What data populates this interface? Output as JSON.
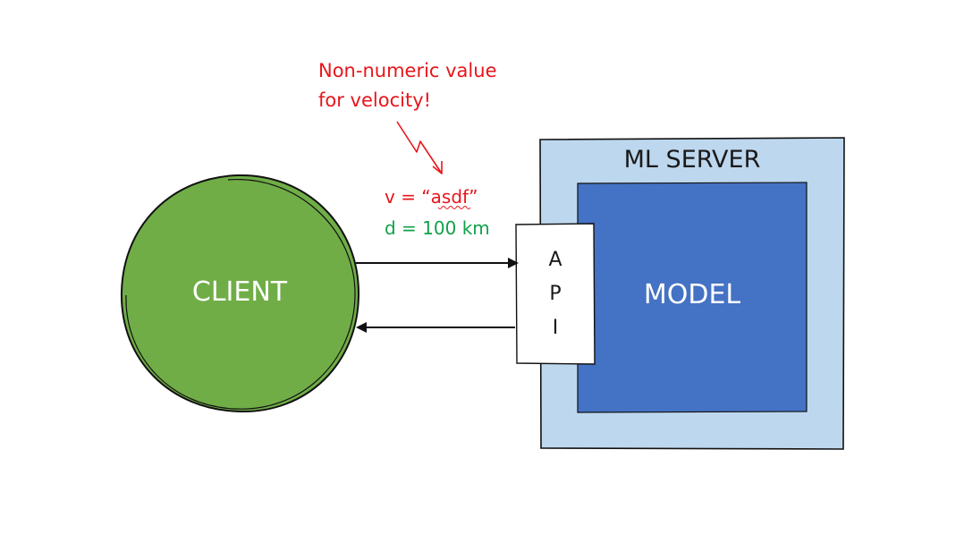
{
  "client": {
    "label": "CLIENT",
    "fill": "#70ad47"
  },
  "server": {
    "label": "ML SERVER",
    "fill": "#bdd7ee"
  },
  "model": {
    "label": "MODEL",
    "fill": "#4472c4"
  },
  "api": {
    "letters": [
      "A",
      "P",
      "I"
    ]
  },
  "request": {
    "velocity_line": "v = “asdf”",
    "distance_line": "d = 100 km"
  },
  "annotation": {
    "line1": "Non-numeric value",
    "line2": "for velocity!"
  },
  "colors": {
    "error": "#e8151b",
    "ok": "#12a14a",
    "stroke": "#111111"
  }
}
